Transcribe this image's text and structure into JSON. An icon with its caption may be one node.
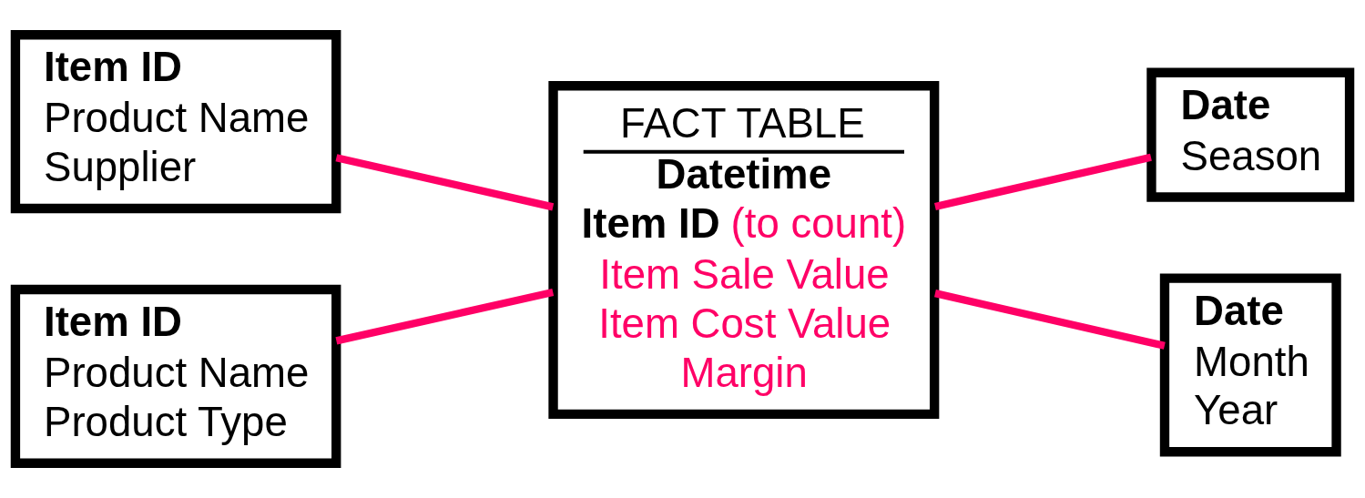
{
  "diagram": {
    "nodes": [
      {
        "text": [
          "Item ID",
          "Product Name",
          "Supplier"
        ]
      },
      {
        "text": [
          "Item ID",
          "Product Name",
          "Product Type"
        ]
      },
      {
        "text": [
          "FACT TABLE",
          "Datetime",
          "**Item ID** (to count)",
          "Item Sale Value",
          "Item Cost Value",
          "Margin"
        ]
      },
      {
        "text": [
          "Date",
          "Season"
        ]
      },
      {
        "text": [
          "Date",
          "Month",
          "Year"
        ]
      }
    ],
    "edges": [
      {
        "from": 0,
        "to": 2,
        "arrow": "none"
      },
      {
        "from": 1,
        "to": 2,
        "arrow": "none"
      },
      {
        "from": 2,
        "to": 3,
        "arrow": "none"
      },
      {
        "from": 2,
        "to": 4,
        "arrow": "none"
      }
    ]
  }
}
